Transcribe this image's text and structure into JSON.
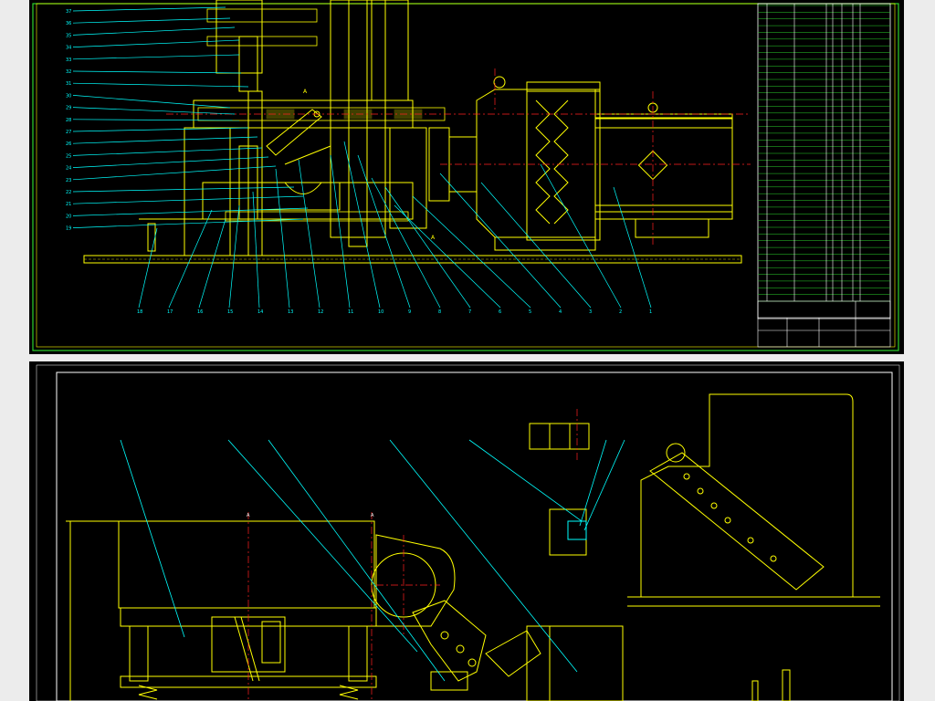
{
  "colors": {
    "background": "#000000",
    "outline": "#ffff00",
    "leader": "#00ffff",
    "centerline": "#ff2020",
    "table": "#2bd32b",
    "border": "#2bd32b",
    "page": "#ececec"
  },
  "top_sheet": {
    "left_balloons": [
      "37",
      "36",
      "35",
      "34",
      "33",
      "32",
      "31",
      "30",
      "29",
      "28",
      "27",
      "26",
      "25",
      "24",
      "23",
      "22",
      "21",
      "20",
      "19"
    ],
    "bottom_balloons": [
      "18",
      "17",
      "16",
      "15",
      "14",
      "13",
      "12",
      "11",
      "10",
      "9",
      "8",
      "7",
      "6",
      "5",
      "4",
      "3",
      "2",
      "1"
    ],
    "section_labels": [
      "A",
      "A"
    ],
    "notes_title": "",
    "notes": [
      "",
      "",
      "",
      "",
      ""
    ],
    "parts_list_rows": 44
  },
  "bottom_sheet": {
    "view_labels": [
      "",
      "",
      ""
    ],
    "balloons": [
      "",
      "",
      "",
      "",
      "",
      "",
      ""
    ],
    "section_marks": [
      "A",
      "A"
    ]
  }
}
